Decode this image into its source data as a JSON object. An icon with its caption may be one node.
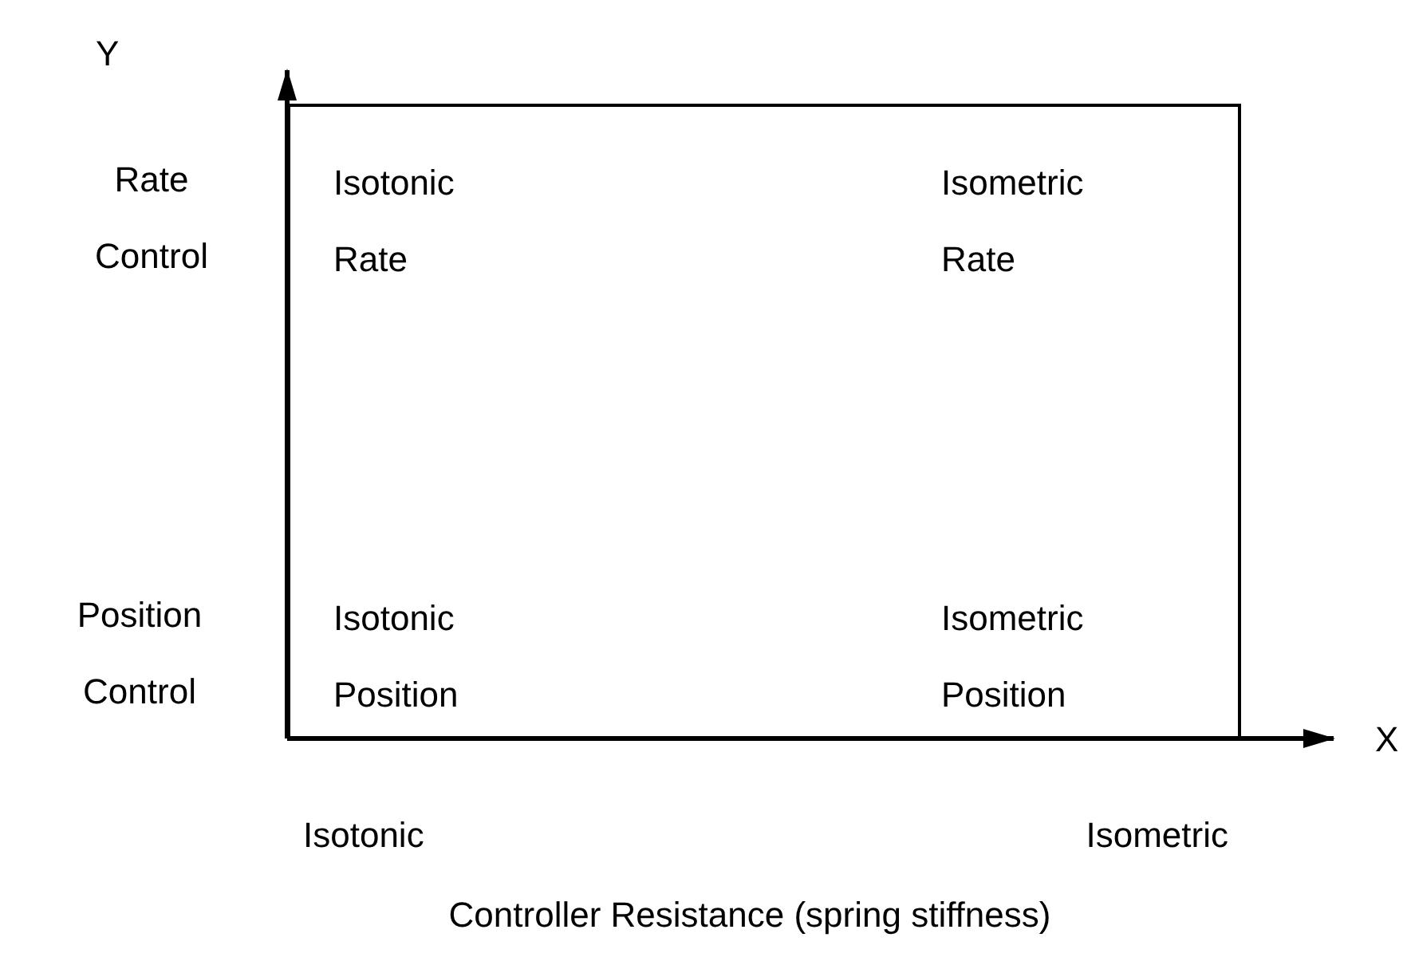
{
  "diagram": {
    "nodes": [
      {
        "text": [
          "Isotonic Rate",
          "Isometric Rate",
          "Isotonic Position",
          "Isometric Position"
        ]
      }
    ],
    "labels": [
      "Y",
      "Rate Control",
      "Position Control",
      "X",
      "Isotonic",
      "Isometric",
      "Controller Resistance (spring stiffness)"
    ]
  }
}
